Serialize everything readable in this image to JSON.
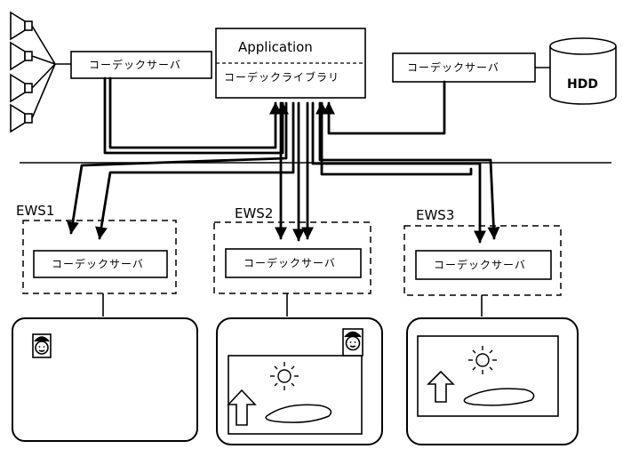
{
  "application": {
    "title": "Application",
    "library": "コーデックライブラリ"
  },
  "servers": {
    "speaker_server": "コーデックサーバ",
    "hdd_server": "コーデックサーバ",
    "ews1_server": "コーデックサーバ",
    "ews2_server": "コーデックサーバ",
    "ews3_server": "コーデックサーバ"
  },
  "hdd": {
    "label": "HDD"
  },
  "workstations": [
    {
      "label": "EWS1"
    },
    {
      "label": "EWS2"
    },
    {
      "label": "EWS3"
    }
  ],
  "icons": {
    "speaker": "speaker-icon",
    "disk": "hdd-icon",
    "face": "face-icon",
    "sun": "sun-icon",
    "arrow": "up-arrow-icon",
    "pond": "pond-icon"
  },
  "colors": {
    "ink": "#000000",
    "paper": "#ffffff"
  }
}
